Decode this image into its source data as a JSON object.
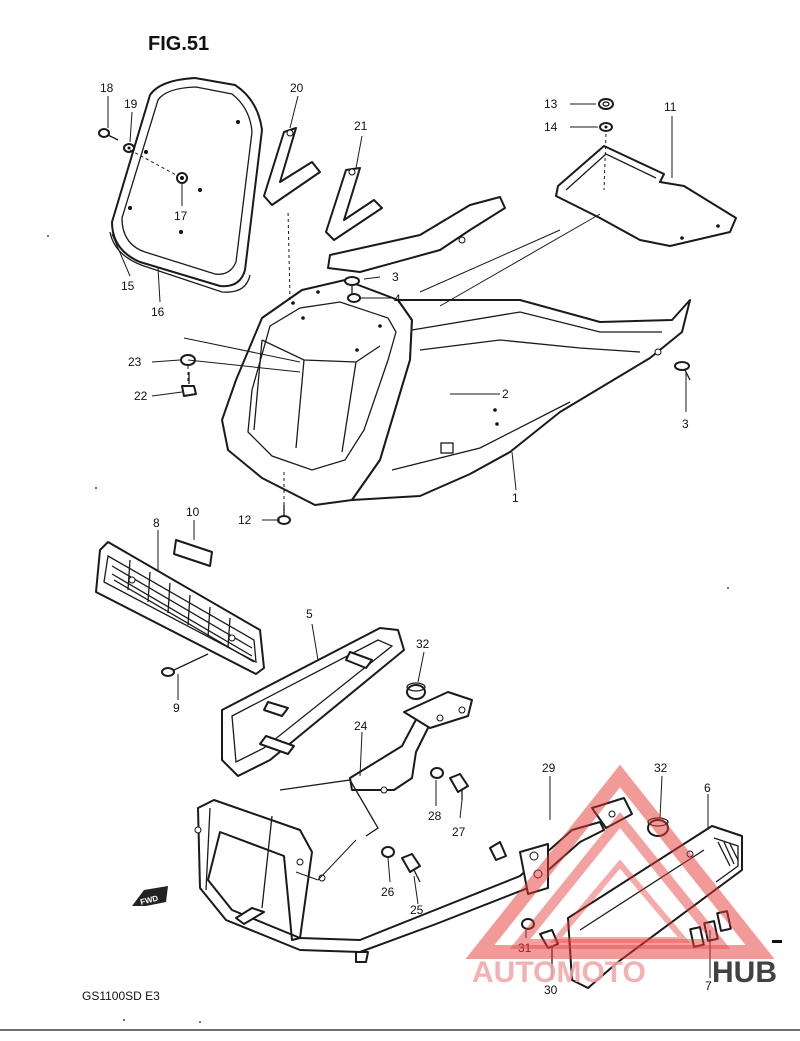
{
  "figure": {
    "title": "FIG.51",
    "model": "GS1100SD  E3"
  },
  "fwd_label": "FWD",
  "watermark": {
    "part1": "AUTOMOTO",
    "part2": "HUB",
    "color": "#e53935",
    "color_light": "#f4a6a6"
  },
  "callouts": [
    "1",
    "2",
    "3",
    "3",
    "4",
    "5",
    "6",
    "7",
    "8",
    "9",
    "10",
    "11",
    "12",
    "13",
    "14",
    "15",
    "16",
    "17",
    "18",
    "19",
    "20",
    "21",
    "22",
    "23",
    "24",
    "25",
    "26",
    "27",
    "28",
    "29",
    "30",
    "31",
    "32",
    "32"
  ]
}
